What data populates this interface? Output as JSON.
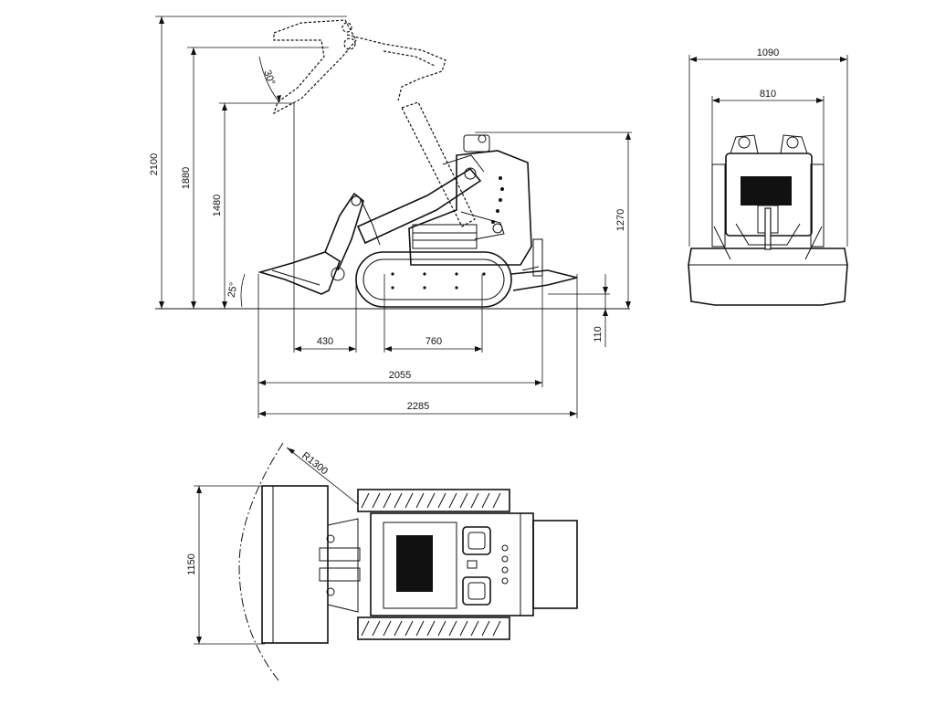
{
  "side_view": {
    "dim_overall_height": "2100",
    "dim_hinge_height": "1880",
    "dim_dump_height": "1480",
    "dim_machine_height": "1270",
    "dim_front_overhang": "430",
    "dim_track_center": "760",
    "dim_length_no_bucket": "2055",
    "dim_overall_length": "2285",
    "dim_ground_clearance": "110",
    "angle_dump": "30°",
    "angle_rollback": "25°"
  },
  "front_view": {
    "dim_overall_width": "1090",
    "dim_inner_width": "810"
  },
  "top_view": {
    "dim_bucket_width": "1150",
    "dim_turning_radius": "R1300"
  }
}
